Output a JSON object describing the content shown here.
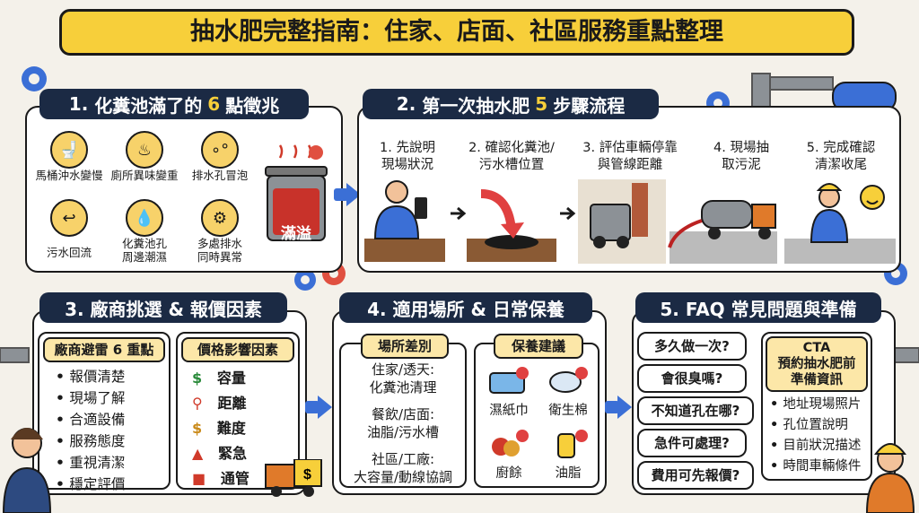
{
  "title": "抽水肥完整指南：住家、店面、社區服務重點整理",
  "s1": {
    "num": "1.",
    "head_a": "化糞池滿了的",
    "head_hl": "6",
    "head_b": "點徵兆",
    "symptoms": [
      "馬桶沖水變慢",
      "廁所異味變重",
      "排水孔冒泡",
      "污水回流",
      "化糞池孔\n周邊潮濕",
      "多處排水\n同時異常"
    ],
    "tank_label": "滿溢"
  },
  "s2": {
    "num": "2.",
    "head_a": "第一次抽水肥",
    "head_hl": "5",
    "head_b": "步驟流程",
    "steps": [
      "1. 先說明\n現場狀況",
      "2. 確認化糞池/\n污水槽位置",
      "3. 評估車輛停靠\n與管線距離",
      "4. 現場抽\n取污泥",
      "5. 完成確認\n清潔收尾"
    ]
  },
  "s3": {
    "head": "3. 廠商挑選 & 報價因素",
    "left_title": "廠商避雷 6 重點",
    "left_items": [
      "報價清楚",
      "現場了解",
      "合適設備",
      "服務態度",
      "重視清潔",
      "穩定評價"
    ],
    "right_title": "價格影響因素",
    "right_items": [
      "容量",
      "距離",
      "難度",
      "緊急",
      "通管"
    ]
  },
  "s4": {
    "head": "4. 適用場所 & 日常保養",
    "left_title": "場所差別",
    "places": [
      {
        "name": "住家/透天:",
        "desc": "化糞池清理"
      },
      {
        "name": "餐飲/店面:",
        "desc": "油脂/污水槽"
      },
      {
        "name": "社區/工廠:",
        "desc": "大容量/動線協調"
      }
    ],
    "right_title": "保養建議",
    "care_items": [
      "濕紙巾",
      "衛生棉",
      "廚餘",
      "油脂"
    ]
  },
  "s5": {
    "head": "5. FAQ 常見問題與準備",
    "faqs": [
      "多久做一次?",
      "會很臭嗎?",
      "不知道孔在哪?",
      "急件可處理?",
      "費用可先報價?"
    ],
    "cta_title": "CTA\n預約抽水肥前\n準備資訊",
    "cta_items": [
      "地址現場照片",
      "孔位置說明",
      "目前狀況描述",
      "時間車輛條件"
    ]
  },
  "colors": {
    "accent": "#f7cf3a",
    "header": "#1b2a44",
    "arrow": "#3b6fd6"
  },
  "icons": [
    "toilet-icon",
    "smell-icon",
    "bubbles-icon",
    "backflow-icon",
    "water-drop-icon",
    "multi-drain-icon",
    "money-bag-icon",
    "location-pin-icon",
    "siren-icon",
    "truck-icon",
    "wipes-icon",
    "pad-icon",
    "food-waste-icon",
    "oil-bottle-icon",
    "gear-icon",
    "phone-icon",
    "pump-truck-icon",
    "worker-icon"
  ]
}
